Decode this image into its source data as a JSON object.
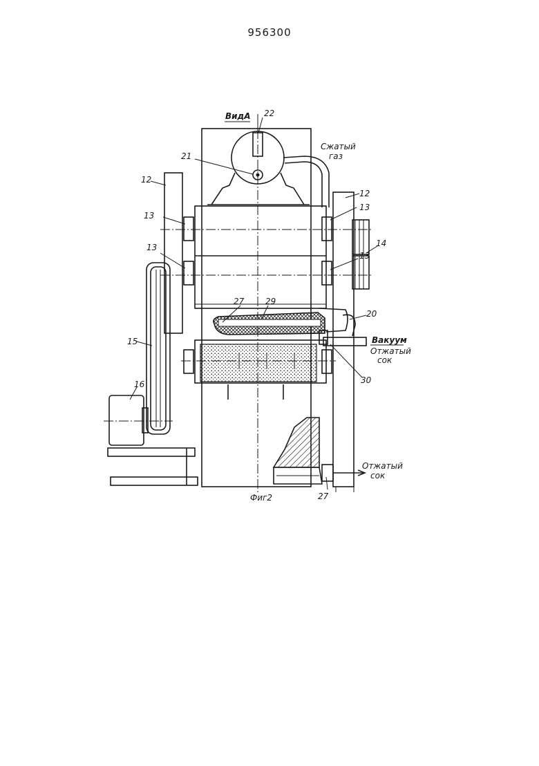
{
  "document": {
    "patent_number": "956300",
    "view_label": "ВидА",
    "figure_caption": "Фиг2"
  },
  "callouts": {
    "n22": "22",
    "n21": "21",
    "n12_left": "12",
    "n12_right": "12",
    "n13_a": "13",
    "n13_b": "13",
    "n13_c": "13",
    "n13_d": "13",
    "n14": "14",
    "n27_top": "27",
    "n29": "29",
    "n20": "20",
    "n15": "15",
    "n16": "16",
    "n30": "30",
    "n27_bottom": "27"
  },
  "annotations": {
    "compressed_gas_line1": "Сжатый",
    "compressed_gas_line2": "газ",
    "vacuum": "Вакуум",
    "squeezed_juice_top_line1": "Отжатый",
    "squeezed_juice_top_line2": "сок",
    "squeezed_juice_bottom_line1": "Отжатый",
    "squeezed_juice_bottom_line2": "сок"
  }
}
